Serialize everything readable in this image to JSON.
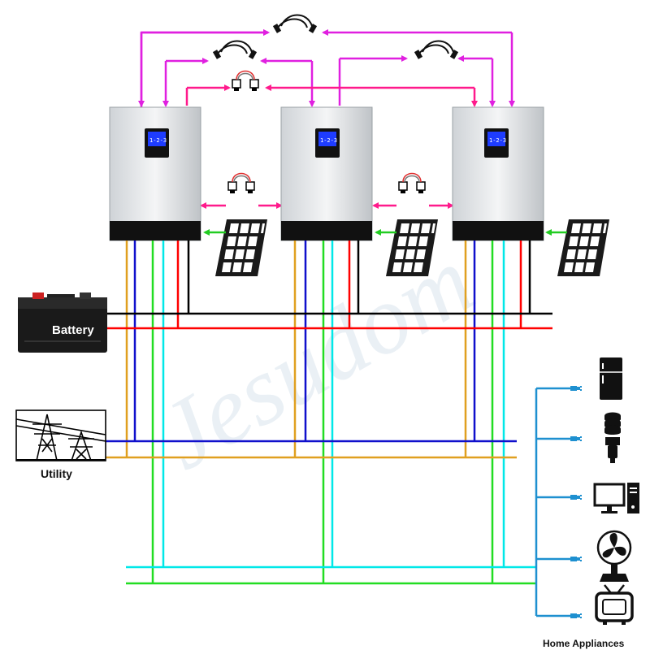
{
  "labels": {
    "battery": "Battery",
    "utility": "Utility",
    "appliances": "Home Appliances",
    "watermark": "Jesudom"
  },
  "colors": {
    "comm_cable": "#e020e0",
    "parallel_cable": "#ff1a8c",
    "pv_arrow": "#22cc22",
    "battery_neg": "#000000",
    "battery_pos": "#ff0000",
    "utility_l": "#1010cc",
    "utility_n": "#e0a020",
    "output_l": "#00e8e8",
    "output_n": "#22dd22",
    "appliance_bus": "#1e90d0"
  },
  "inverters": [
    {
      "name": "inverter-1"
    },
    {
      "name": "inverter-2"
    },
    {
      "name": "inverter-3"
    }
  ],
  "appliances": [
    {
      "icon": "refrigerator-icon"
    },
    {
      "icon": "light-bulb-icon"
    },
    {
      "icon": "computer-icon"
    },
    {
      "icon": "fan-icon"
    },
    {
      "icon": "tv-icon"
    }
  ]
}
